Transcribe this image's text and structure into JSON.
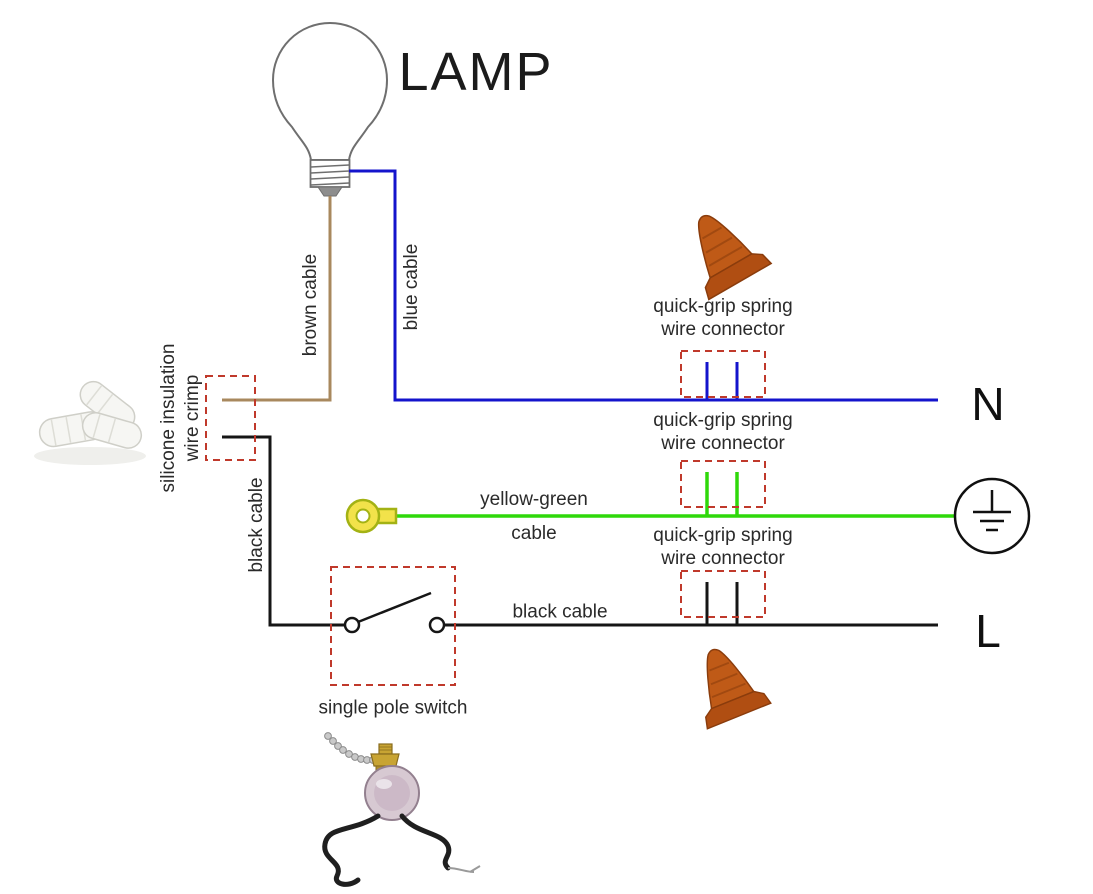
{
  "diagram": {
    "title": "LAMP",
    "terminals": {
      "neutral": "N",
      "line": "L"
    },
    "cable_labels": {
      "brown": "brown cable",
      "blue": "blue cable",
      "black_vertical": "black cable",
      "black_horizontal": "black cable",
      "yellow_green_line1": "yellow-green",
      "yellow_green_line2": "cable"
    },
    "components": {
      "silicone_crimp_line1": "silicone insulation",
      "silicone_crimp_line2": "wire crimp",
      "switch_label": "single pole switch"
    },
    "connectors": [
      {
        "line1": "quick-grip spring",
        "line2": "wire connector"
      },
      {
        "line1": "quick-grip spring",
        "line2": "wire connector"
      },
      {
        "line1": "quick-grip spring",
        "line2": "wire connector"
      }
    ]
  },
  "colors": {
    "blue": "#1414cc",
    "brown": "#a8885e",
    "black": "#161616",
    "green": "#2fd80a",
    "dash": "#c0392b",
    "orange": "#bf5a17",
    "orange-dark": "#8a3c0c",
    "brass": "#c8a433",
    "yellow": "#f2e24a",
    "text": "#2a2a2a"
  }
}
